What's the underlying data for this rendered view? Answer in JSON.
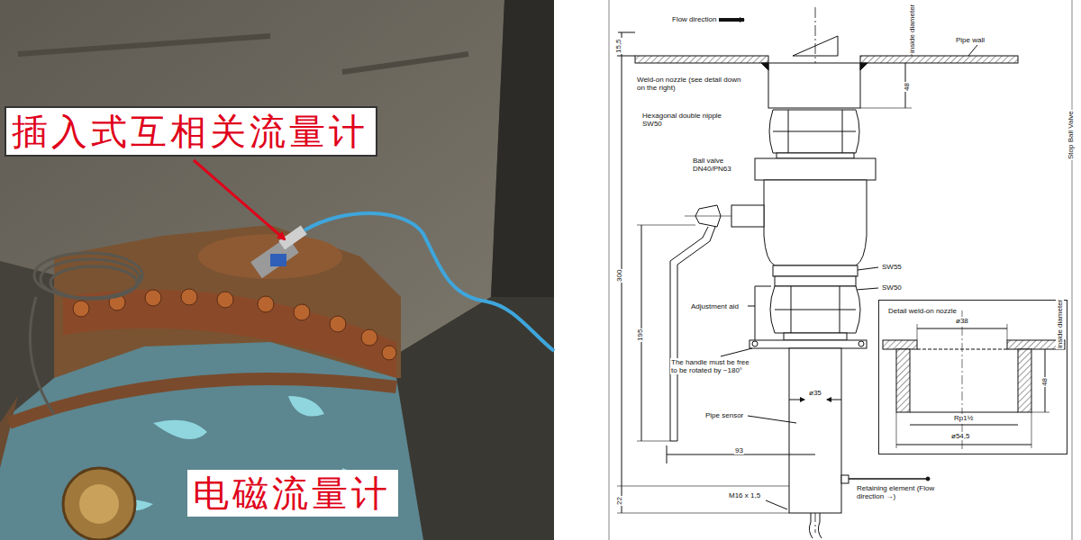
{
  "diagram": {
    "nodes": [
      {
        "text": [
          "插入式互相关流量计"
        ]
      },
      {
        "text": [
          "电磁流量计"
        ]
      },
      {
        "text": [
          "Detail weld-on nozzle"
        ]
      }
    ],
    "labels": [
      "Flow direction",
      "15,5",
      "inside diameter",
      "Pipe wall",
      "Weld-on nozzle (see detail down on the right)",
      "48",
      "Hexagonal double nipple SW50",
      "Ball valve DN40/PN63",
      "Stop Ball Valve",
      "300",
      "SW55",
      "SW50",
      "Adjustment aid",
      "195",
      "The handle must be free to be rotated by ~180°",
      "ø35",
      "Pipe sensor",
      "93",
      "22",
      "M16 x 1,5",
      "Retaining element (Flow direction →)",
      "ø38",
      "inside diameter",
      "48",
      "Rp1½",
      "ø54,5"
    ]
  }
}
